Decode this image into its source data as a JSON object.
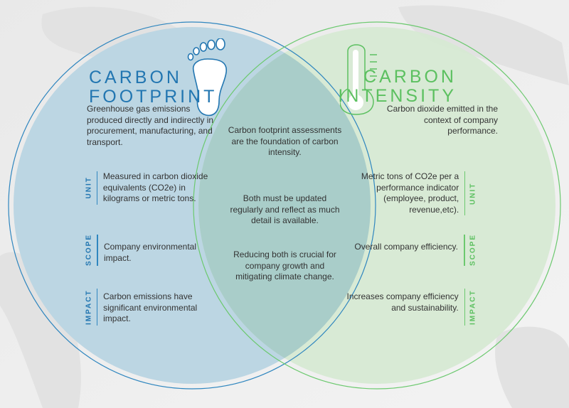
{
  "colors": {
    "footprint_accent": "#2276b1",
    "intensity_accent": "#5cc060",
    "footprint_fill": "#bcd6e3",
    "intensity_fill": "#d6e9d2",
    "overlap_fill": "#a9cdc9",
    "background": "#efefef"
  },
  "left": {
    "title_line1": "CARBON",
    "title_line2": "FOOTPRINT",
    "icon": "footprint-icon",
    "description": "Greenhouse gas emissions produced directly and indirectly in procurement, manufacturing, and transport.",
    "rows": [
      {
        "label": "UNIT",
        "text": "Measured in carbon dioxide equivalents (CO2e) in kilograms or metric tons."
      },
      {
        "label": "SCOPE",
        "text": "Company environmental impact."
      },
      {
        "label": "IMPACT",
        "text": "Carbon emissions have significant environmental impact."
      }
    ]
  },
  "right": {
    "title_line1": "CARBON",
    "title_line2": "INTENSITY",
    "icon": "thermometer-icon",
    "description": "Carbon dioxide emitted in the context of company performance.",
    "rows": [
      {
        "label": "UNIT",
        "text": "Metric tons of CO2e per a performance indicator (employee, product, revenue,etc)."
      },
      {
        "label": "SCOPE",
        "text": "Overall company efficiency."
      },
      {
        "label": "IMPACT",
        "text": "Increases company efficiency and sustainability."
      }
    ]
  },
  "overlap": [
    "Carbon footprint assessments are the foundation of carbon intensity.",
    "Both must be updated regularly and reflect as much detail is available.",
    "Reducing both is crucial for company growth and mitigating climate change."
  ]
}
